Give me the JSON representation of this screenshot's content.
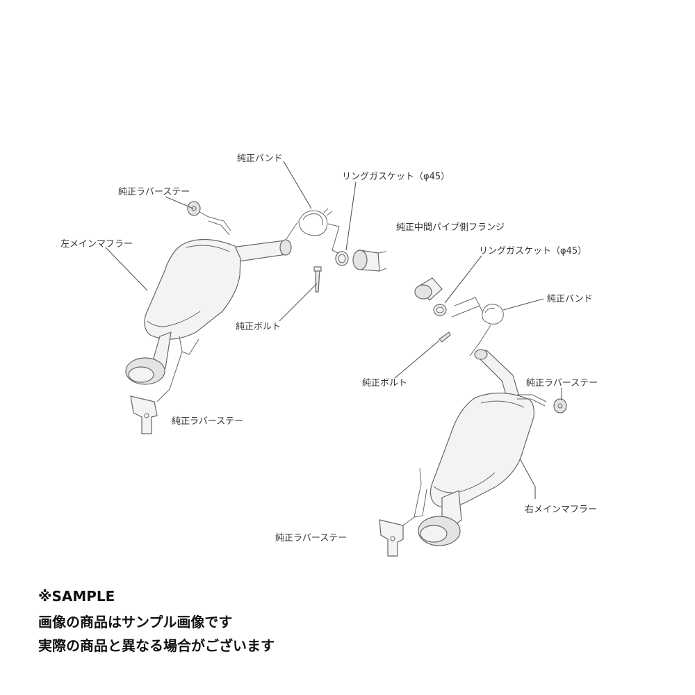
{
  "labels": {
    "band_left": "純正バンド",
    "ring_gasket_left": "リングガスケット（φ45）",
    "rubber_stay_top_left": "純正ラバーステー",
    "flange": "純正中間パイプ側フランジ",
    "main_muffler_left": "左メインマフラー",
    "ring_gasket_right": "リングガスケット（φ45）",
    "band_right": "純正バンド",
    "bolt_left": "純正ボルト",
    "bolt_right": "純正ボルト",
    "rubber_stay_right_top": "純正ラバーステー",
    "rubber_stay_left_bottom": "純正ラバーステー",
    "main_muffler_right": "右メインマフラー",
    "rubber_stay_right_bottom": "純正ラバーステー"
  },
  "notes": {
    "line1": "※SAMPLE",
    "line2": "画像の商品はサンプル画像です",
    "line3": "実際の商品と異なる場合がございます"
  }
}
